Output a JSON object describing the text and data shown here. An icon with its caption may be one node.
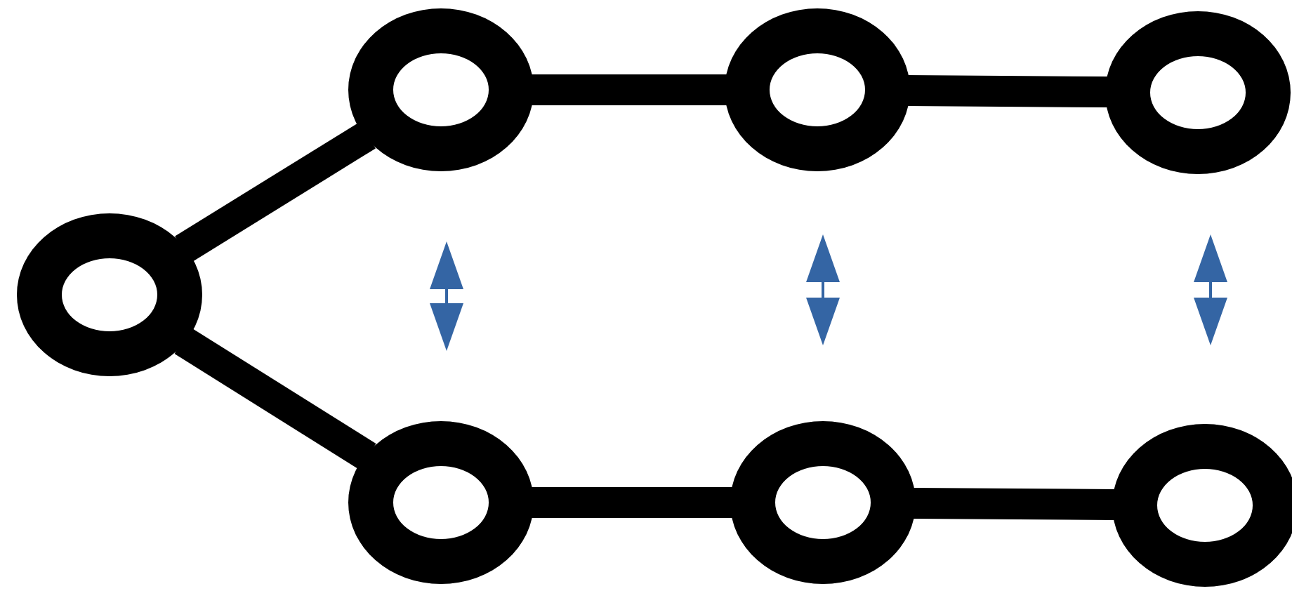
{
  "diagram": {
    "nodes": [
      {
        "text": [],
        "shape": "circle"
      },
      {
        "text": [],
        "shape": "circle"
      },
      {
        "text": [],
        "shape": "circle"
      },
      {
        "text": [],
        "shape": "circle"
      },
      {
        "text": [],
        "shape": "circle"
      },
      {
        "text": [],
        "shape": "circle"
      },
      {
        "text": [],
        "shape": "circle"
      }
    ],
    "edges": [
      {
        "from": 0,
        "to": 1,
        "arrow": "none"
      },
      {
        "from": 1,
        "to": 2,
        "arrow": "none"
      },
      {
        "from": 2,
        "to": 3,
        "arrow": "none"
      },
      {
        "from": 0,
        "to": 4,
        "arrow": "none"
      },
      {
        "from": 4,
        "to": 5,
        "arrow": "none"
      },
      {
        "from": 5,
        "to": 6,
        "arrow": "none"
      }
    ]
  }
}
